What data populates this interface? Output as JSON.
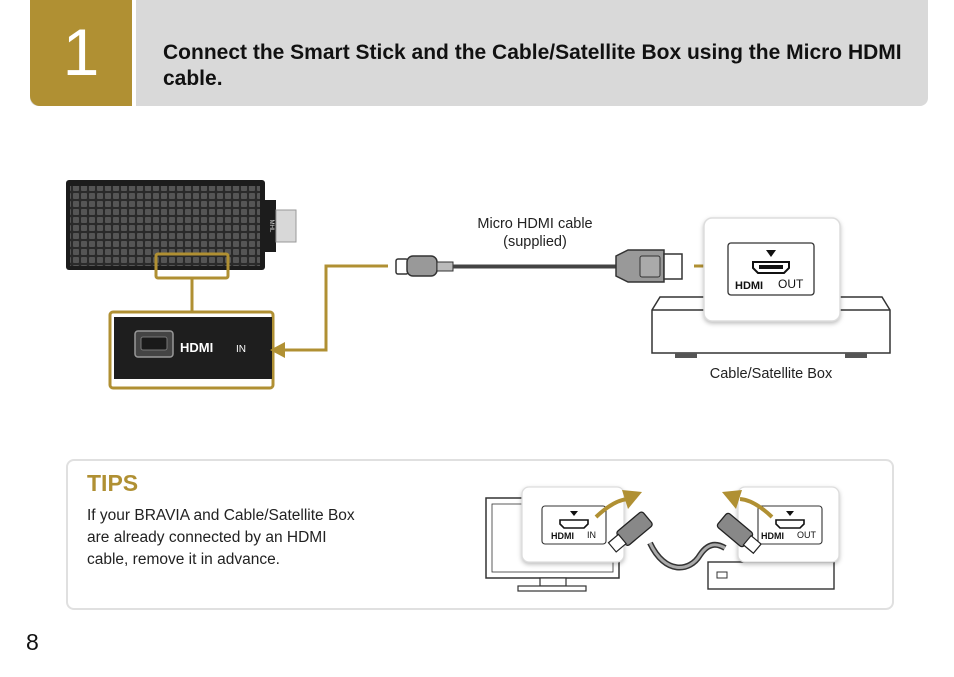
{
  "step": {
    "number": "1",
    "title": "Connect the Smart Stick and the Cable/Satellite Box using the Micro HDMI cable."
  },
  "diagram": {
    "cable_label_line1": "Micro HDMI cable",
    "cable_label_line2": "(supplied)",
    "box_label": "Cable/Satellite Box",
    "stick_port_logo": "HDMI",
    "stick_port_dir": "IN",
    "box_port_logo": "HDMI",
    "box_port_dir": "OUT",
    "mhl_mark": "MHL"
  },
  "tips": {
    "title": "TIPS",
    "line1": "If your BRAVIA and Cable/Satellite Box",
    "line2": "are already connected by an HDMI",
    "line3": "cable, remove it in advance.",
    "tv_port_logo": "HDMI",
    "tv_port_dir": "IN",
    "box_port_logo": "HDMI",
    "box_port_dir": "OUT"
  },
  "page": {
    "number": "8"
  },
  "colors": {
    "accent": "#b09033",
    "header_bg": "#d9d9d9"
  }
}
